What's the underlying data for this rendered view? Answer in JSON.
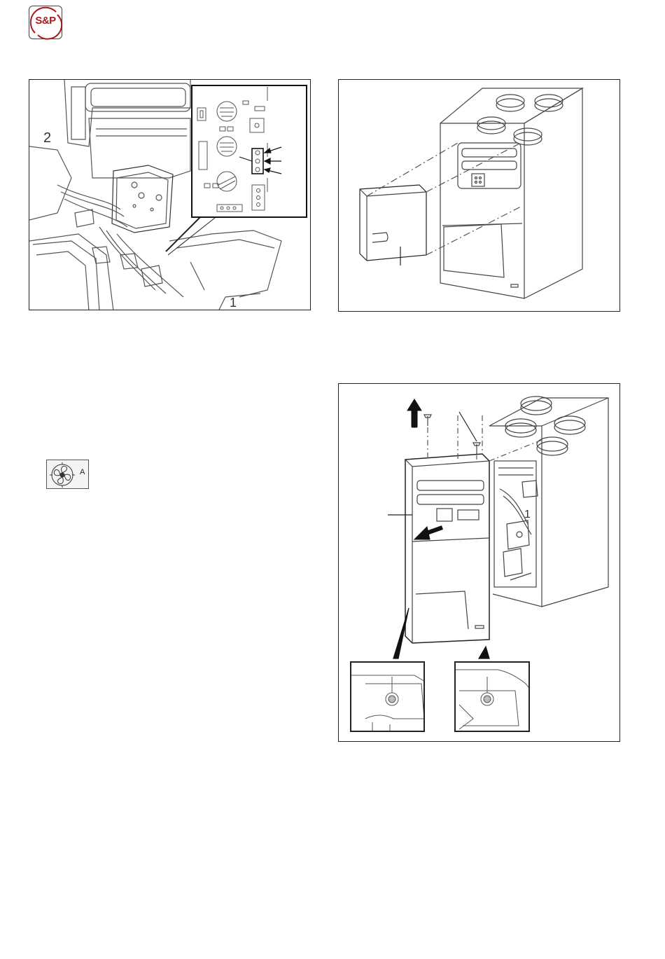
{
  "brand": {
    "logo_text": "S&P",
    "logo_color": "#b01818"
  },
  "figure1": {
    "label_number_2": "2",
    "label_number_1": "1"
  },
  "figure3": {
    "label_number_1": "1"
  },
  "fan_symbol": {
    "letter": "A",
    "icon": "fan-icon"
  }
}
